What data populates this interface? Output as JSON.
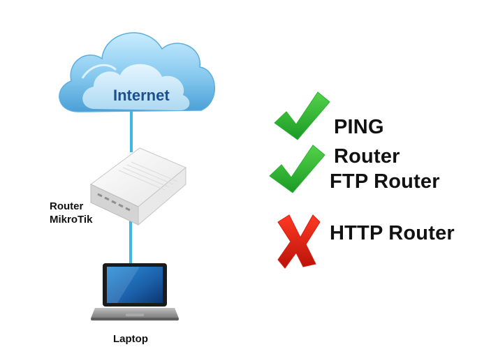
{
  "nodes": {
    "cloud": {
      "label": "Internet"
    },
    "router": {
      "label_line1": "Router",
      "label_line2": "MikroTik"
    },
    "laptop": {
      "label": "Laptop"
    }
  },
  "results": [
    {
      "label_line1": "PING",
      "label_line2": "Router",
      "status": "allowed",
      "icon": "checkmark-icon"
    },
    {
      "label": "FTP Router",
      "status": "allowed",
      "icon": "checkmark-icon"
    },
    {
      "label": "HTTP Router",
      "status": "blocked",
      "icon": "cross-icon"
    }
  ],
  "colors": {
    "link": "#3db7e4",
    "check": "#29b12f",
    "cross": "#d91a0f",
    "cloud": "#9dd3f1"
  }
}
